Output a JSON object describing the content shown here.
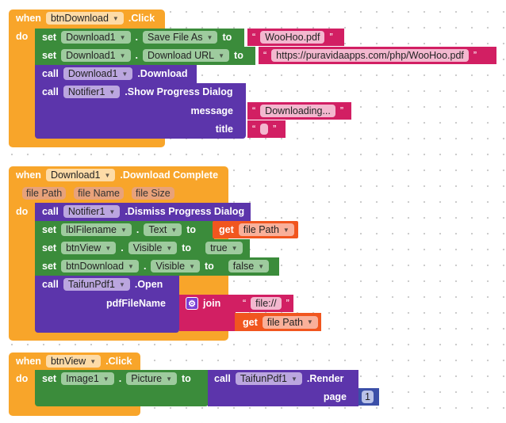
{
  "block1": {
    "when": "when",
    "component": "btnDownload",
    "event": ".Click",
    "do": "do",
    "rows": [
      {
        "kw": "set",
        "comp": "Download1",
        "prop": "Save File As",
        "to": "to",
        "value": "WooHoo.pdf"
      },
      {
        "kw": "set",
        "comp": "Download1",
        "prop": "Download URL",
        "to": "to",
        "value": "https://puravidaapps.com/php/WooHoo.pdf"
      }
    ],
    "call1": {
      "kw": "call",
      "comp": "Download1",
      "method": ".Download"
    },
    "call2": {
      "kw": "call",
      "comp": "Notifier1",
      "method": ".Show Progress Dialog",
      "arg1": "message",
      "val1": "Downloading...",
      "arg2": "title",
      "val2": ""
    }
  },
  "block2": {
    "when": "when",
    "component": "Download1",
    "event": ".Download Complete",
    "params": [
      "file Path",
      "file Name",
      "file Size"
    ],
    "do": "do",
    "dismiss": {
      "kw": "call",
      "comp": "Notifier1",
      "method": ".Dismiss Progress Dialog"
    },
    "set1": {
      "kw": "set",
      "comp": "lblFilename",
      "prop": "Text",
      "to": "to",
      "get": "get",
      "var": "file Path"
    },
    "set2": {
      "kw": "set",
      "comp": "btnView",
      "prop": "Visible",
      "to": "to",
      "value": "true"
    },
    "set3": {
      "kw": "set",
      "comp": "btnDownload",
      "prop": "Visible",
      "to": "to",
      "value": "false"
    },
    "open": {
      "kw": "call",
      "comp": "TaifunPdf1",
      "method": ".Open",
      "arg": "pdfFileName",
      "join": "join",
      "text": "file://",
      "get": "get",
      "var": "file Path"
    }
  },
  "block3": {
    "when": "when",
    "component": "btnView",
    "event": ".Click",
    "do": "do",
    "set": {
      "kw": "set",
      "comp": "Image1",
      "prop": "Picture",
      "to": "to"
    },
    "render": {
      "kw": "call",
      "comp": "TaifunPdf1",
      "method": ".Render",
      "arg": "page",
      "value": "1"
    }
  },
  "quote": "“",
  "quote_close": "”"
}
